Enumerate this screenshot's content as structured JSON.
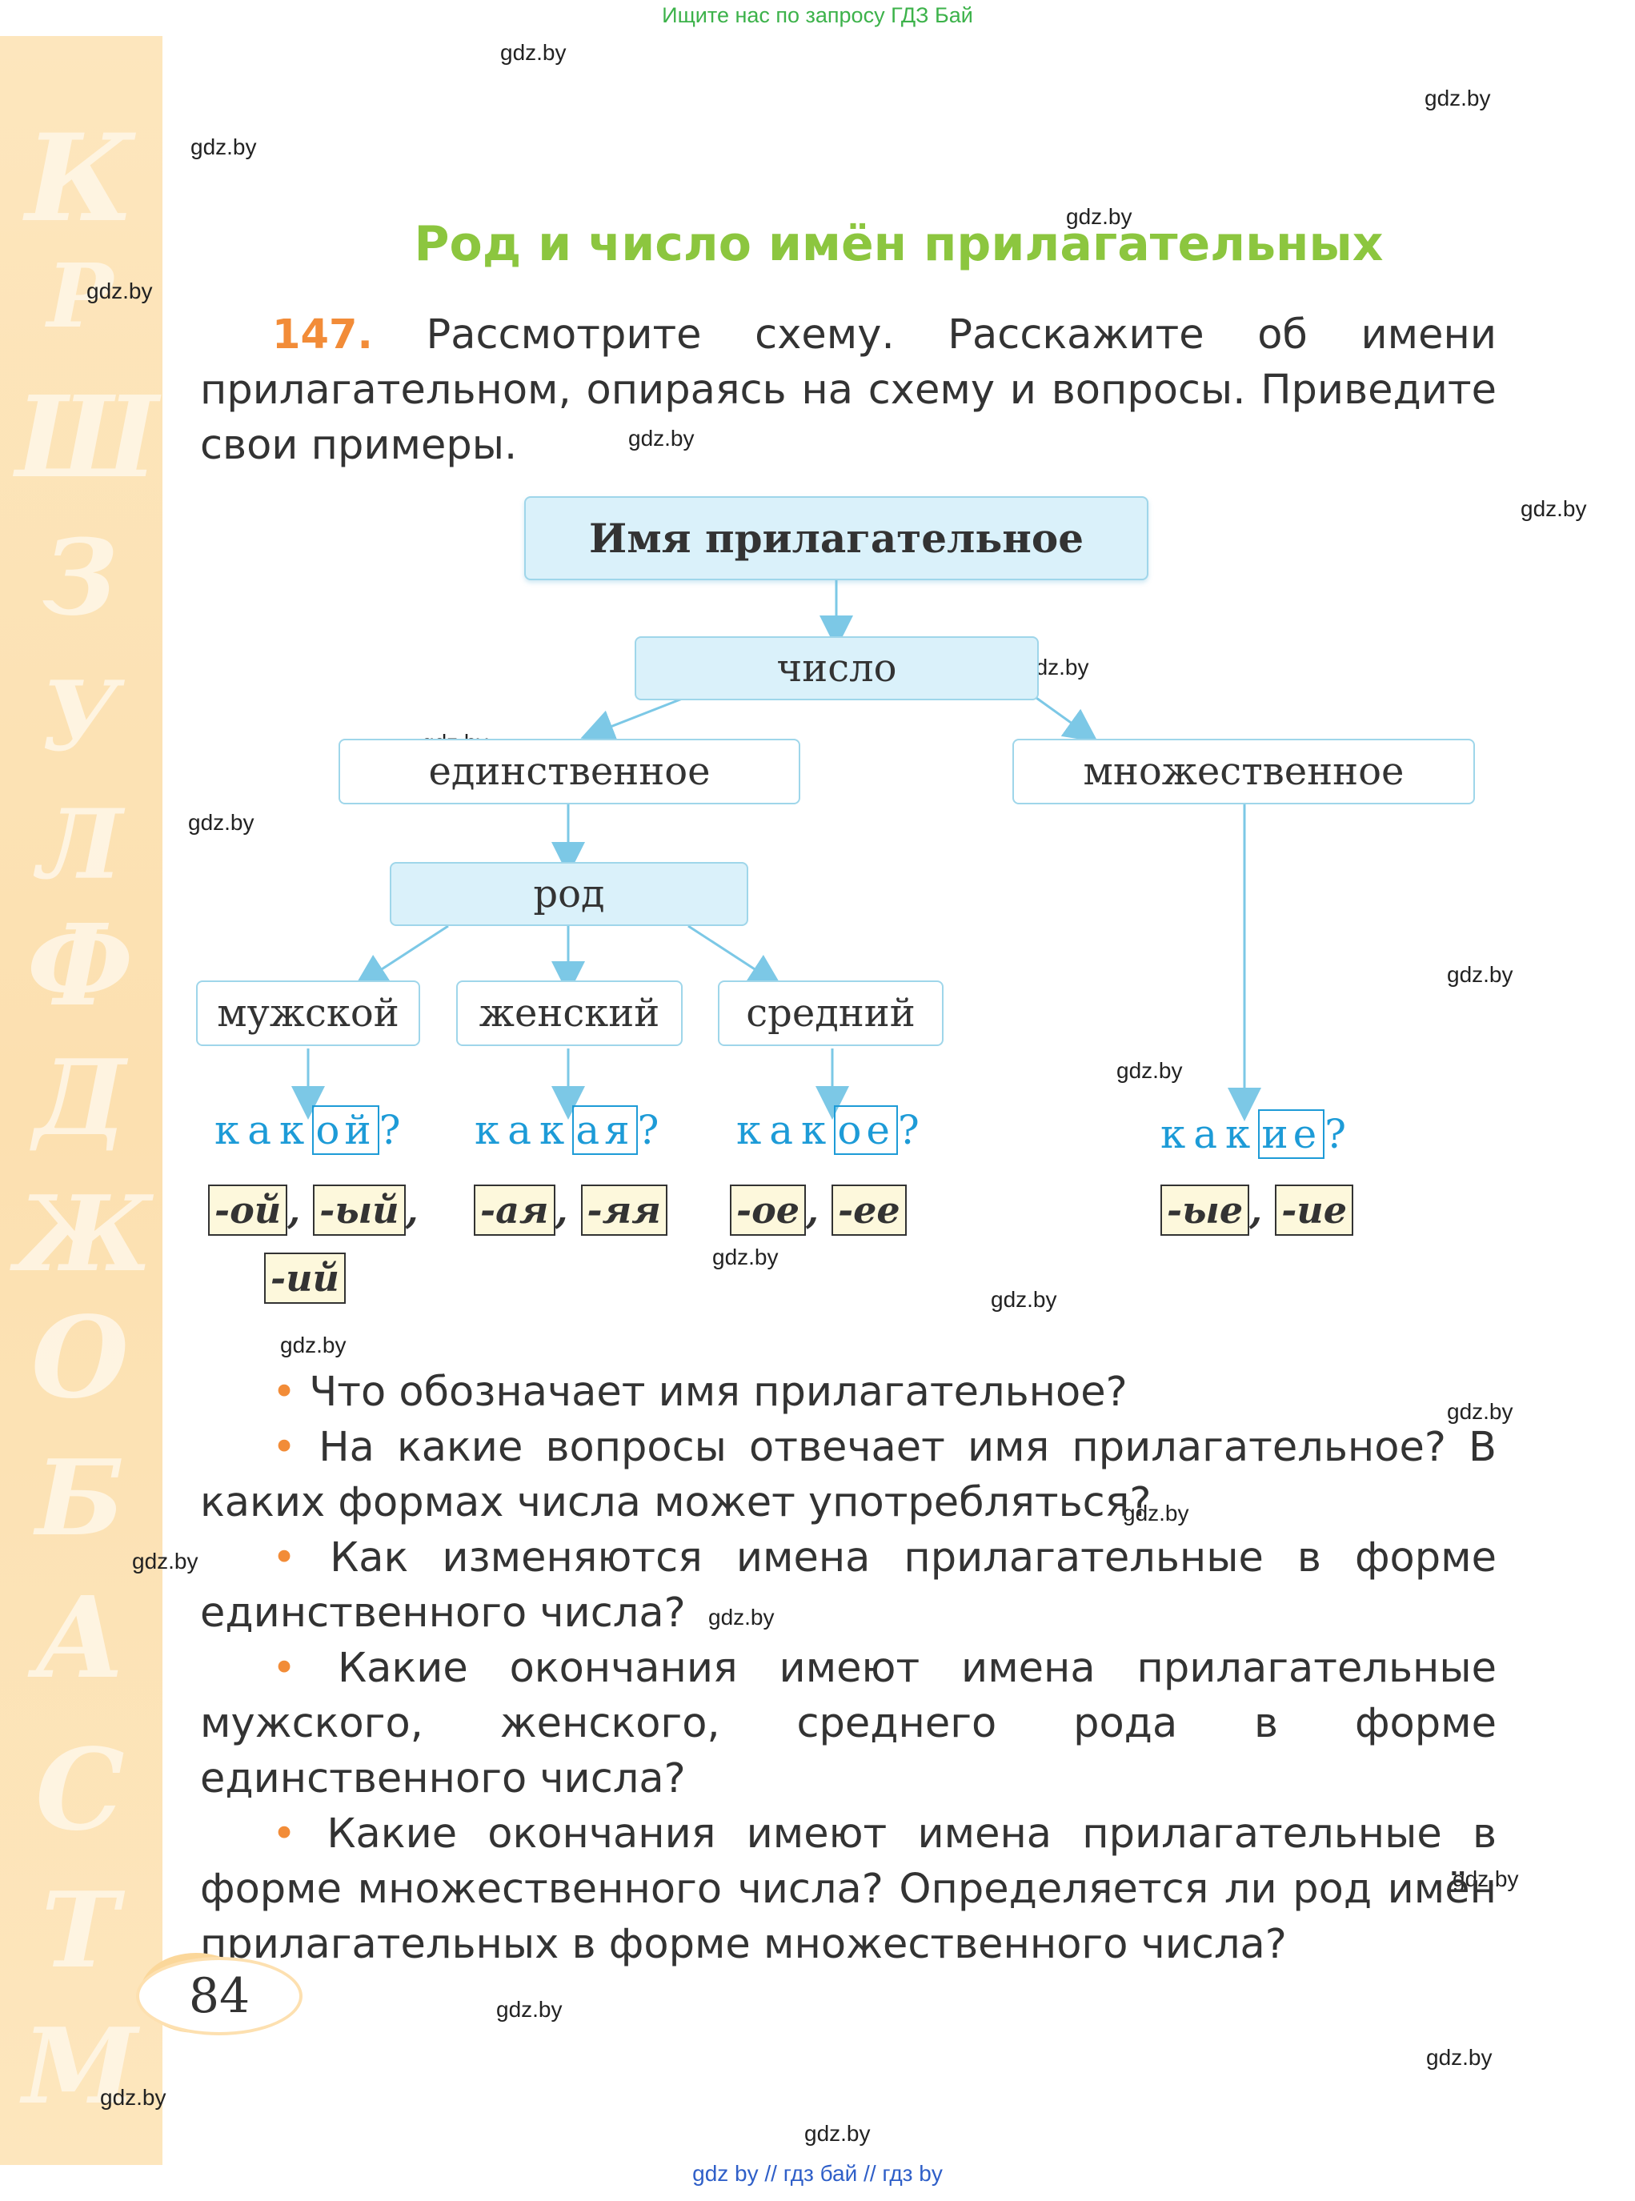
{
  "top_link": "Ищите нас по запросу ГДЗ Бай",
  "watermark": "gdz.by",
  "title": "Род и число имён прилагательных",
  "task": {
    "number": "147.",
    "text": "Рассмотрите схему. Расскажите об имени прилагательном, опираясь на схему и вопросы. Приведите свои примеры."
  },
  "diagram": {
    "root": "Имя прилагательное",
    "number": "число",
    "singular": "единственное",
    "plural": "множественное",
    "gender": "род",
    "masculine": "мужской",
    "feminine": "женский",
    "neuter": "средний",
    "q_masc": {
      "base": "как",
      "ending": "ой",
      "mark": "?"
    },
    "q_fem": {
      "base": "как",
      "ending": "ая",
      "mark": "?"
    },
    "q_neut": {
      "base": "как",
      "ending": "ое",
      "mark": "?"
    },
    "q_plural": {
      "base": "как",
      "ending": "ие",
      "mark": "?"
    },
    "end_masc": [
      "-ой",
      "-ый",
      "-ий"
    ],
    "end_fem": [
      "-ая",
      "-яя"
    ],
    "end_neut": [
      "-ое",
      "-ее"
    ],
    "end_plural": [
      "-ые",
      "-ие"
    ],
    "comma": ","
  },
  "bullet": "•",
  "questions": [
    "Что обозначает имя прилагательное?",
    "На какие вопросы отвечает имя прилагательное? В каких формах числа может употребляться?",
    "Как изменяются имена прилагательные в форме единственного числа?",
    "Какие окончания имеют имена прилагательные мужского, женского, среднего рода в форме единственного числа?",
    "Какие окончания имеют имена прилагательные в форме множественного числа? Определяется ли род имён прилагательных в форме множественного числа?"
  ],
  "page_number": "84",
  "bottom_links": "gdz by  //  гдз бай  //  гдз by",
  "colors": {
    "title": "#8cc63f",
    "task_number": "#f28c38",
    "question_blue": "#1d9bd7",
    "box_border": "#9fd6ea",
    "box_fill": "#daf1fa",
    "stripe": "#fde6bd"
  }
}
